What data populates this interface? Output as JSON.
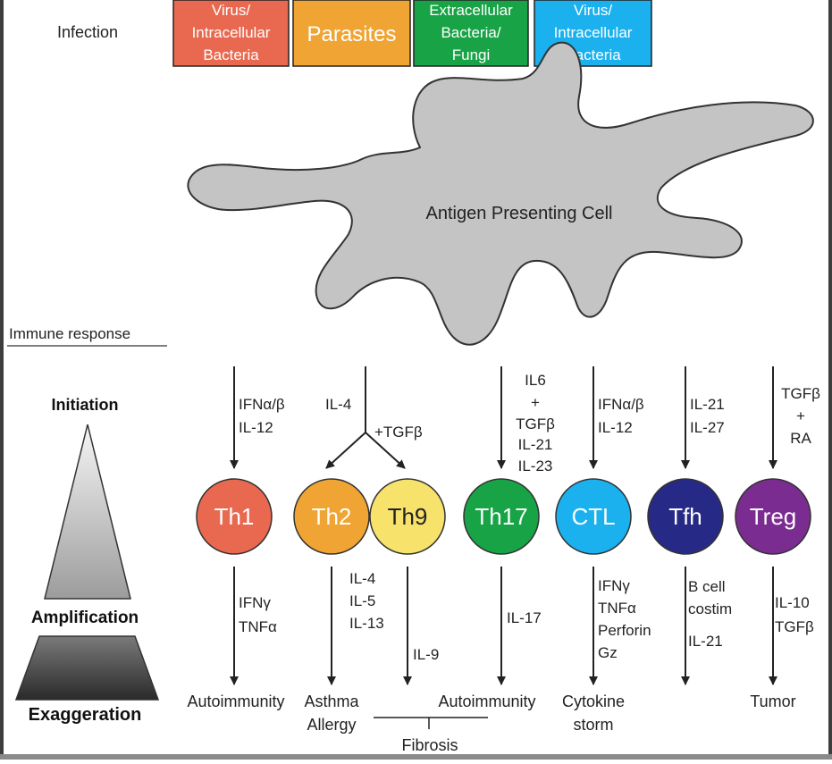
{
  "infection_label": "Infection",
  "infection_boxes": [
    {
      "lines": [
        "Virus/",
        "Intracellular",
        "Bacteria"
      ],
      "color": "#e8694f"
    },
    {
      "lines": [
        "Parasites"
      ],
      "color": "#efa433"
    },
    {
      "lines": [
        "Extracellular",
        "Bacteria/",
        "Fungi"
      ],
      "color": "#18a346"
    },
    {
      "lines": [
        "Virus/",
        "Intracellular",
        "Bacteria"
      ],
      "color": "#1ab1ee"
    }
  ],
  "apc_label": "Antigen Presenting Cell",
  "immune_response_label": "Immune response",
  "phases": {
    "initiation": "Initiation",
    "amplification": "Amplification",
    "exaggeration": "Exaggeration"
  },
  "cells": [
    {
      "name": "Th1",
      "color": "#e8694f",
      "text_color": "#ffffff"
    },
    {
      "name": "Th2",
      "color": "#efa433",
      "text_color": "#ffffff"
    },
    {
      "name": "Th9",
      "color": "#f7e26c",
      "text_color": "#222222"
    },
    {
      "name": "Th17",
      "color": "#18a346",
      "text_color": "#ffffff"
    },
    {
      "name": "CTL",
      "color": "#1ab1ee",
      "text_color": "#ffffff"
    },
    {
      "name": "Tfh",
      "color": "#262a86",
      "text_color": "#ffffff"
    },
    {
      "name": "Treg",
      "color": "#7b2c91",
      "text_color": "#ffffff"
    }
  ],
  "inducers": {
    "th1": [
      "IFNα/β",
      "IL-12"
    ],
    "th2": [
      "IL-4"
    ],
    "th9": [
      "+TGFβ"
    ],
    "th17": [
      "IL6",
      "+",
      "TGFβ",
      "IL-21",
      "IL-23"
    ],
    "ctl": [
      "IFNα/β",
      "IL-12"
    ],
    "tfh": [
      "IL-21",
      "IL-27"
    ],
    "treg": [
      "TGFβ",
      "+",
      "RA"
    ]
  },
  "effectors": {
    "th1": [
      "IFNγ",
      "TNFα"
    ],
    "th2": [
      "IL-4",
      "IL-5",
      "IL-13"
    ],
    "th9": [
      "IL-9"
    ],
    "th17": [
      "IL-17"
    ],
    "ctl": [
      "IFNγ",
      "TNFα",
      "Perforin",
      "Gz"
    ],
    "tfh": [
      "B cell",
      "costim",
      "IL-21"
    ],
    "treg": [
      "IL-10",
      "TGFβ"
    ]
  },
  "outcomes": {
    "th1": "Autoimmunity",
    "th2": [
      "Asthma",
      "Allergy"
    ],
    "fibrosis": "Fibrosis",
    "th17": "Autoimmunity",
    "ctl": [
      "Cytokine",
      "storm"
    ],
    "treg": "Tumor"
  }
}
